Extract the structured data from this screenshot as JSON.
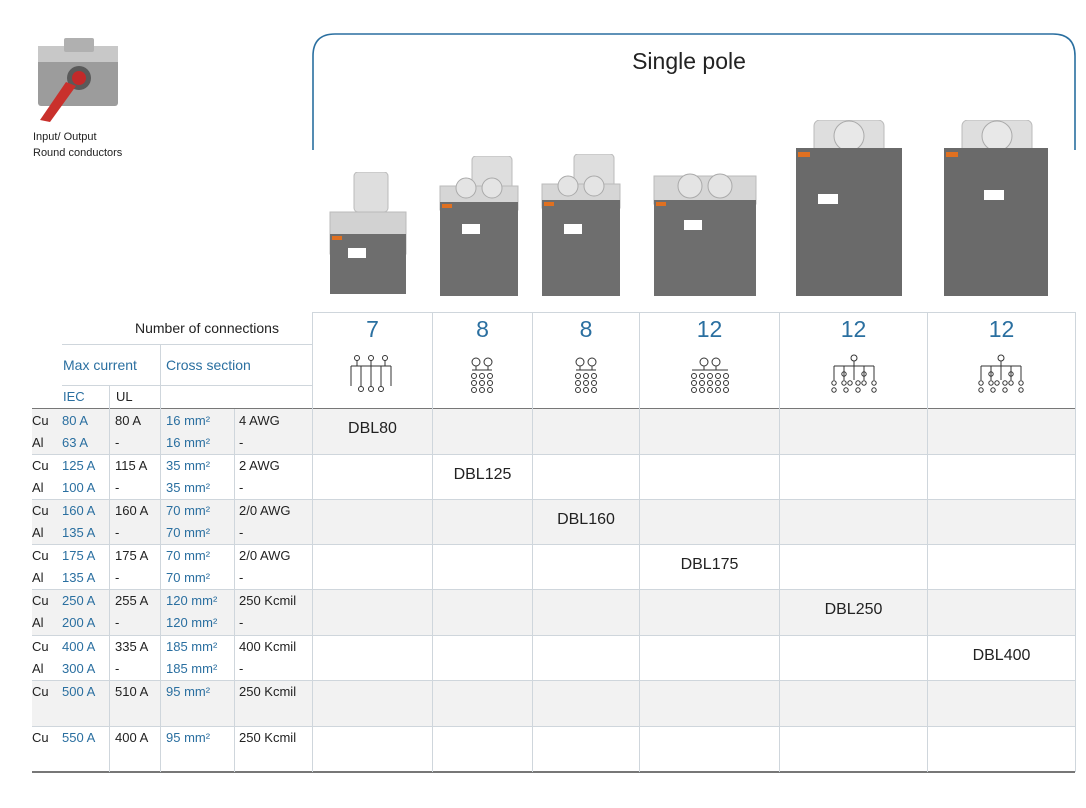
{
  "io_label": {
    "line1": "Input/ Output",
    "line2": "Round conductors"
  },
  "header": {
    "title": "Single pole"
  },
  "table_header": {
    "number_of_connections": "Number of connections",
    "max_current": "Max current",
    "cross_section": "Cross section",
    "iec": "IEC",
    "ul": "UL"
  },
  "connections": [
    "7",
    "8",
    "8",
    "12",
    "12",
    "12"
  ],
  "rows": [
    {
      "product": "DBL80",
      "lines": [
        {
          "metal": "Cu",
          "iec": "80 A",
          "ul": "80 A",
          "cross": "16 mm²",
          "awg": "4 AWG"
        },
        {
          "metal": "Al",
          "iec": "63 A",
          "ul": "-",
          "cross": "16 mm²",
          "awg": "-"
        }
      ]
    },
    {
      "product": "DBL125",
      "lines": [
        {
          "metal": "Cu",
          "iec": "125 A",
          "ul": "115 A",
          "cross": "35 mm²",
          "awg": "2 AWG"
        },
        {
          "metal": "Al",
          "iec": "100 A",
          "ul": "-",
          "cross": "35 mm²",
          "awg": "-"
        }
      ]
    },
    {
      "product": "DBL160",
      "lines": [
        {
          "metal": "Cu",
          "iec": "160 A",
          "ul": "160 A",
          "cross": "70 mm²",
          "awg": "2/0 AWG"
        },
        {
          "metal": "Al",
          "iec": "135 A",
          "ul": "-",
          "cross": "70 mm²",
          "awg": "-"
        }
      ]
    },
    {
      "product": "DBL175",
      "lines": [
        {
          "metal": "Cu",
          "iec": "175 A",
          "ul": "175 A",
          "cross": "70 mm²",
          "awg": "2/0 AWG"
        },
        {
          "metal": "Al",
          "iec": "135 A",
          "ul": "-",
          "cross": "70 mm²",
          "awg": "-"
        }
      ]
    },
    {
      "product": "DBL250",
      "lines": [
        {
          "metal": "Cu",
          "iec": "250 A",
          "ul": "255 A",
          "cross": "120 mm²",
          "awg": "250 Kcmil"
        },
        {
          "metal": "Al",
          "iec": "200 A",
          "ul": "-",
          "cross": "120 mm²",
          "awg": "-"
        }
      ]
    },
    {
      "product": "DBL400",
      "lines": [
        {
          "metal": "Cu",
          "iec": "400 A",
          "ul": "335 A",
          "cross": "185 mm²",
          "awg": "400 Kcmil"
        },
        {
          "metal": "Al",
          "iec": "300 A",
          "ul": "-",
          "cross": "185 mm²",
          "awg": "-"
        }
      ]
    },
    {
      "product": "",
      "lines": [
        {
          "metal": "Cu",
          "iec": "500 A",
          "ul": "510 A",
          "cross": "95 mm²",
          "awg": "250 Kcmil"
        }
      ]
    },
    {
      "product": "",
      "lines": [
        {
          "metal": "Cu",
          "iec": "550 A",
          "ul": "400 A",
          "cross": "95  mm²",
          "awg": "250 Kcmil"
        }
      ]
    }
  ],
  "colors": {
    "accent": "#2a6fa0",
    "stripe": "#f2f2f2",
    "grid": "#cfd6dc",
    "block_body": "#6f6f6f",
    "block_top": "#d8d8d8"
  }
}
